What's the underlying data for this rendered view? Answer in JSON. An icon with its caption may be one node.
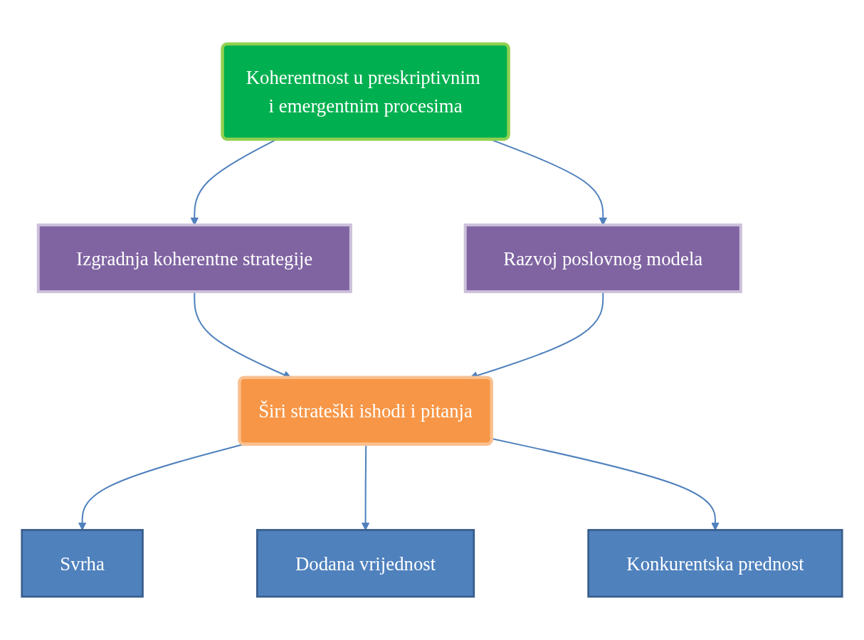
{
  "diagram": {
    "nodes": [
      {
        "text": [
          "Koherentnost u preskriptivnim i emergentnim procesima"
        ]
      },
      {
        "text": [
          "Izgradnja koherentne strategije"
        ]
      },
      {
        "text": [
          "Razvoj poslovnog modela"
        ]
      },
      {
        "text": [
          "Širi strateški ishodi i pitanja"
        ]
      },
      {
        "text": [
          "Svrha"
        ]
      },
      {
        "text": [
          "Dodana vrijednost"
        ]
      },
      {
        "text": [
          "Konkurentska prednost"
        ]
      }
    ],
    "edges": [
      {
        "from": 0,
        "to": 1,
        "arrow": "to"
      },
      {
        "from": 0,
        "to": 2,
        "arrow": "to"
      },
      {
        "from": 1,
        "to": 3,
        "arrow": "to"
      },
      {
        "from": 2,
        "to": 3,
        "arrow": "to"
      },
      {
        "from": 3,
        "to": 4,
        "arrow": "to"
      },
      {
        "from": 3,
        "to": 5,
        "arrow": "to"
      },
      {
        "from": 3,
        "to": 6,
        "arrow": "to"
      }
    ]
  }
}
